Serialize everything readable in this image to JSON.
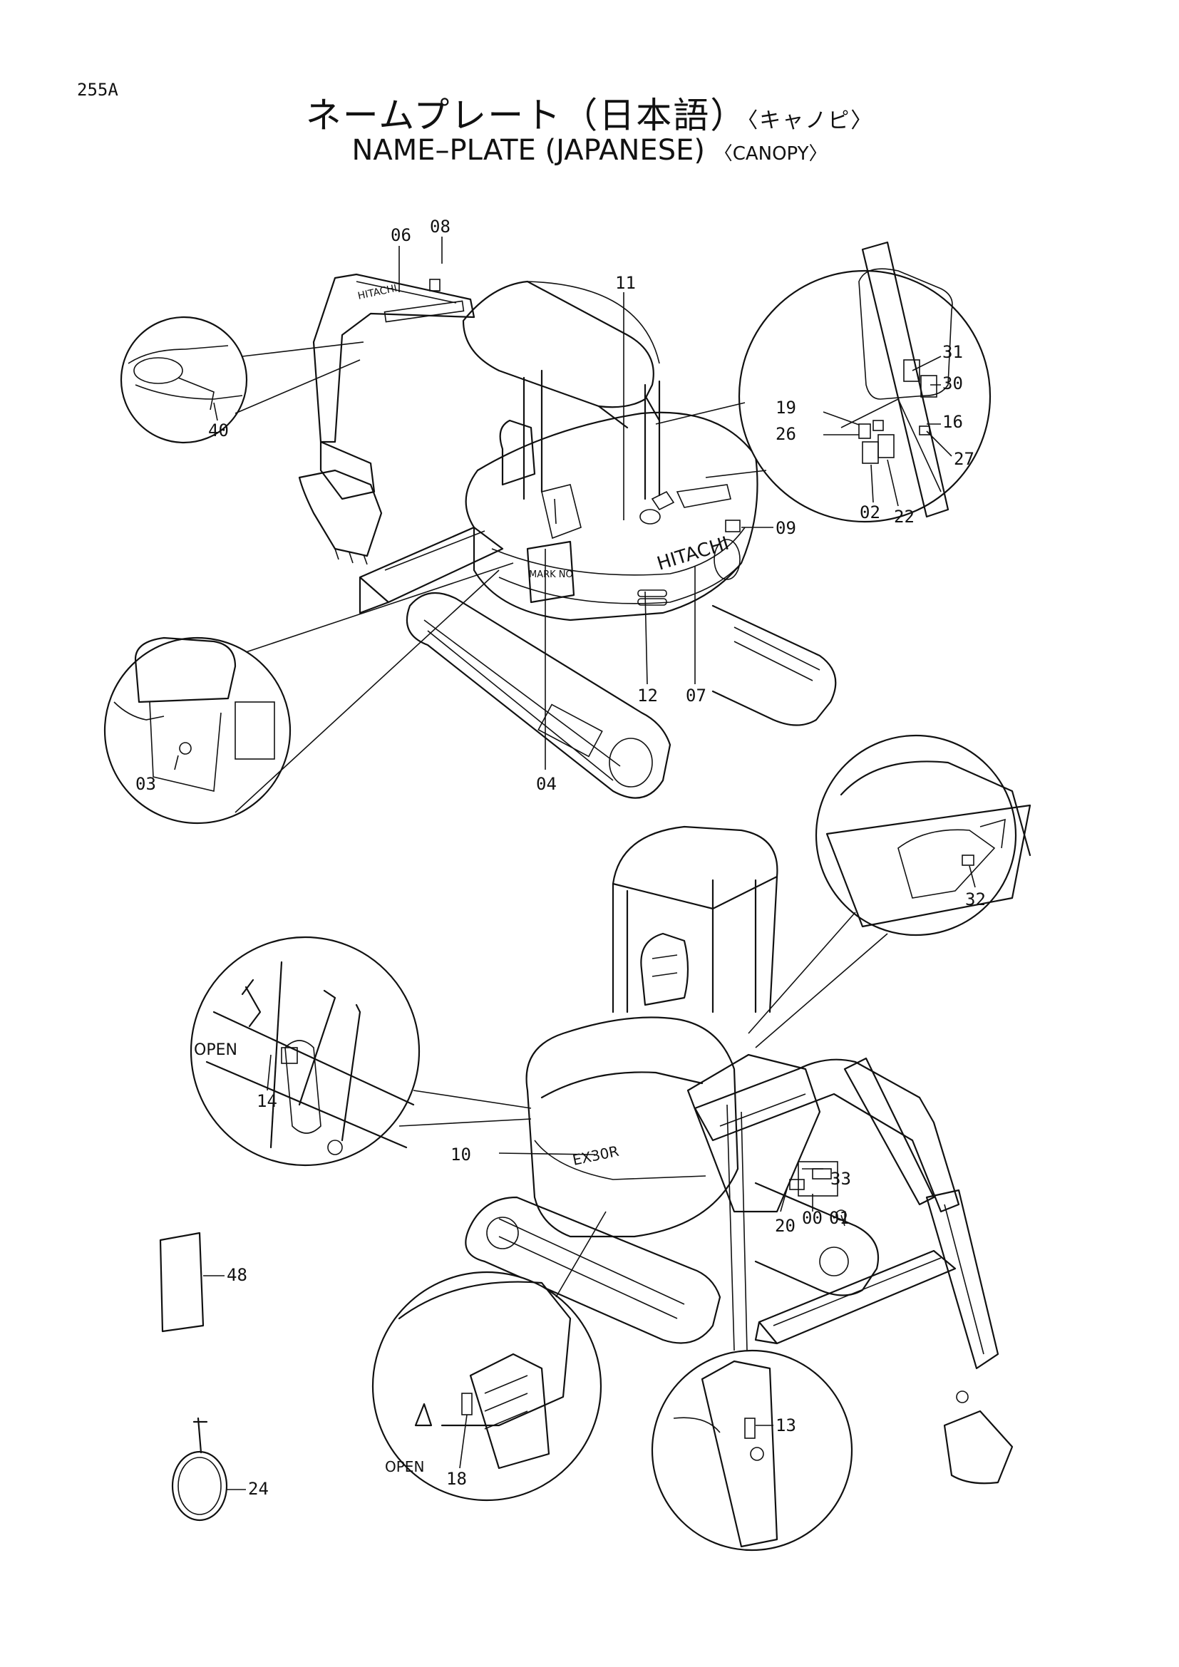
{
  "page": {
    "number": "255A",
    "title_jp": "ネームプレート（日本語）",
    "title_jp_sub": "〈キャノピ〉",
    "title_en": "NAME–PLATE (JAPANESE)",
    "title_en_sub": "〈CANOPY〉"
  },
  "marks": {
    "hitachi_boom": "HITACHI",
    "hitachi_body": "HITACHI",
    "model_label": "MARK NO",
    "ex_label": "EX30R",
    "open_left": "OPEN",
    "open_bottom": "OPEN"
  },
  "callouts": {
    "c06": "06",
    "c08": "08",
    "c11": "11",
    "c40": "40",
    "c31": "31",
    "c30": "30",
    "c19": "19",
    "c26": "26",
    "c16": "16",
    "c27": "27",
    "c02": "02",
    "c22": "22",
    "c09": "09",
    "c12": "12",
    "c07": "07",
    "c03": "03",
    "c04": "04",
    "c32": "32",
    "c14": "14",
    "c10": "10",
    "c33": "33",
    "c20": "20",
    "c00": "00",
    "c01": "01",
    "c48": "48",
    "c13": "13",
    "c24": "24",
    "c18": "18"
  }
}
